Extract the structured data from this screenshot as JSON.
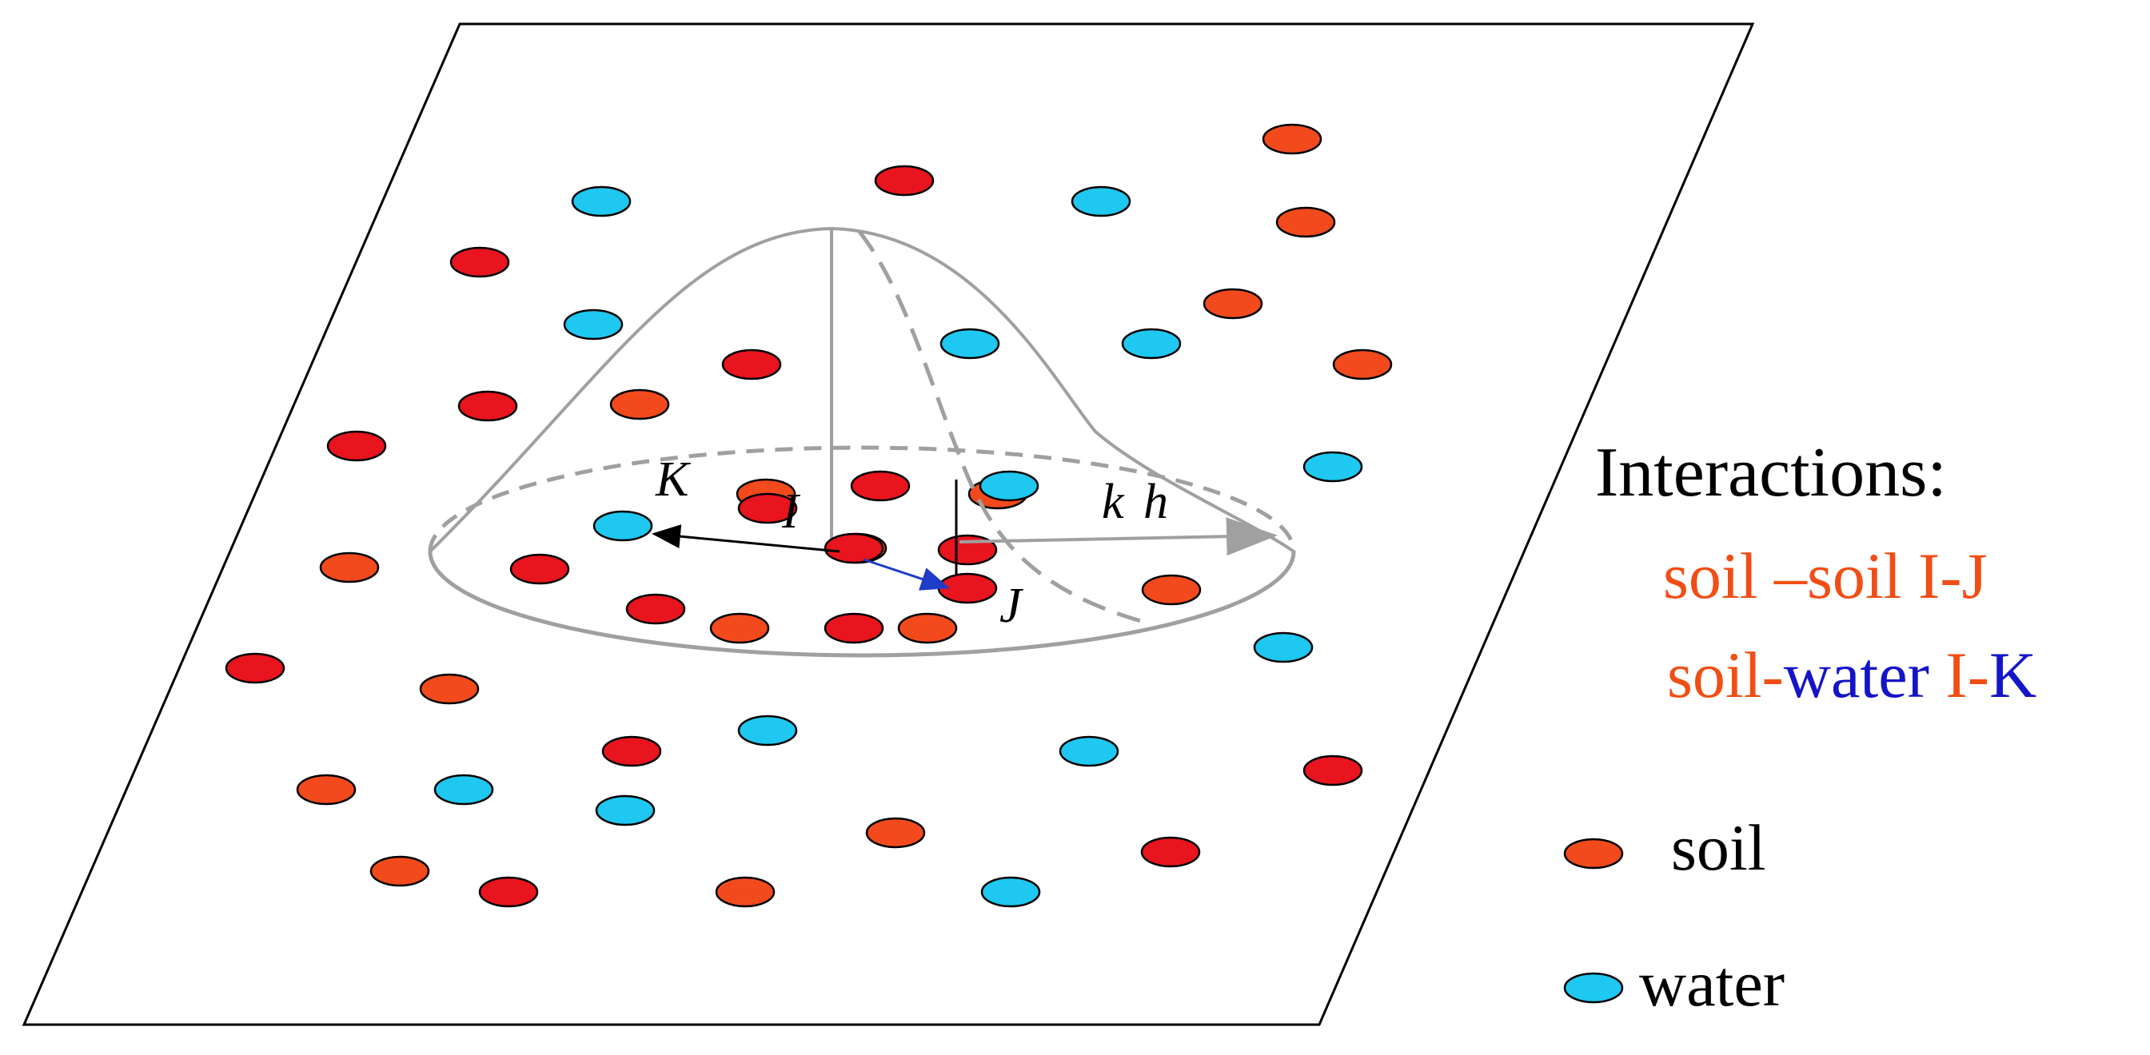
{
  "labels": {
    "K": "K",
    "I": "I",
    "J": "J",
    "kh_k": "k",
    "kh_h": "h"
  },
  "legend": {
    "title": "Interactions:",
    "soil_soil": {
      "part1": "soil –soil  I-J"
    },
    "soil_water": {
      "part1": "soil-",
      "part2": "water ",
      "part3": "I-",
      "part4": "K"
    },
    "soil_label": "soil",
    "water_label": "water"
  },
  "colors": {
    "soil": "#f24a1c",
    "soil_dark": "#e8141e",
    "water": "#1ec8f0",
    "legend_orange": "#f04e14",
    "legend_blue": "#1414c8",
    "kernel_gray": "#a0a0a0",
    "arrow_blue": "#1e3cc8"
  },
  "particles": {
    "soil": [
      [
        1616,
        174
      ],
      [
        1131,
        226
      ],
      [
        1633,
        278
      ],
      [
        600,
        328
      ],
      [
        1542,
        380
      ],
      [
        940,
        456
      ],
      [
        1704,
        456
      ],
      [
        610,
        508
      ],
      [
        800,
        506
      ],
      [
        446,
        558
      ],
      [
        958,
        618
      ],
      [
        1101,
        608
      ],
      [
        1248,
        618
      ],
      [
        960,
        636
      ],
      [
        1072,
        686
      ],
      [
        1210,
        688
      ],
      [
        437,
        710
      ],
      [
        675,
        712
      ],
      [
        1465,
        738
      ],
      [
        820,
        762
      ],
      [
        925,
        786
      ],
      [
        1068,
        786
      ],
      [
        1160,
        786
      ],
      [
        319,
        836
      ],
      [
        562,
        862
      ],
      [
        790,
        940
      ],
      [
        408,
        988
      ],
      [
        1667,
        964
      ],
      [
        1120,
        1042
      ],
      [
        1464,
        1066
      ],
      [
        500,
        1090
      ],
      [
        636,
        1116
      ],
      [
        932,
        1116
      ]
    ],
    "water": [
      [
        752,
        252
      ],
      [
        1377,
        252
      ],
      [
        742,
        406
      ],
      [
        1213,
        430
      ],
      [
        1440,
        430
      ],
      [
        1667,
        584
      ],
      [
        1262,
        608
      ],
      [
        779,
        658
      ],
      [
        1605,
        810
      ],
      [
        960,
        914
      ],
      [
        1362,
        940
      ],
      [
        580,
        988
      ],
      [
        782,
        1014
      ],
      [
        1264,
        1116
      ]
    ]
  }
}
